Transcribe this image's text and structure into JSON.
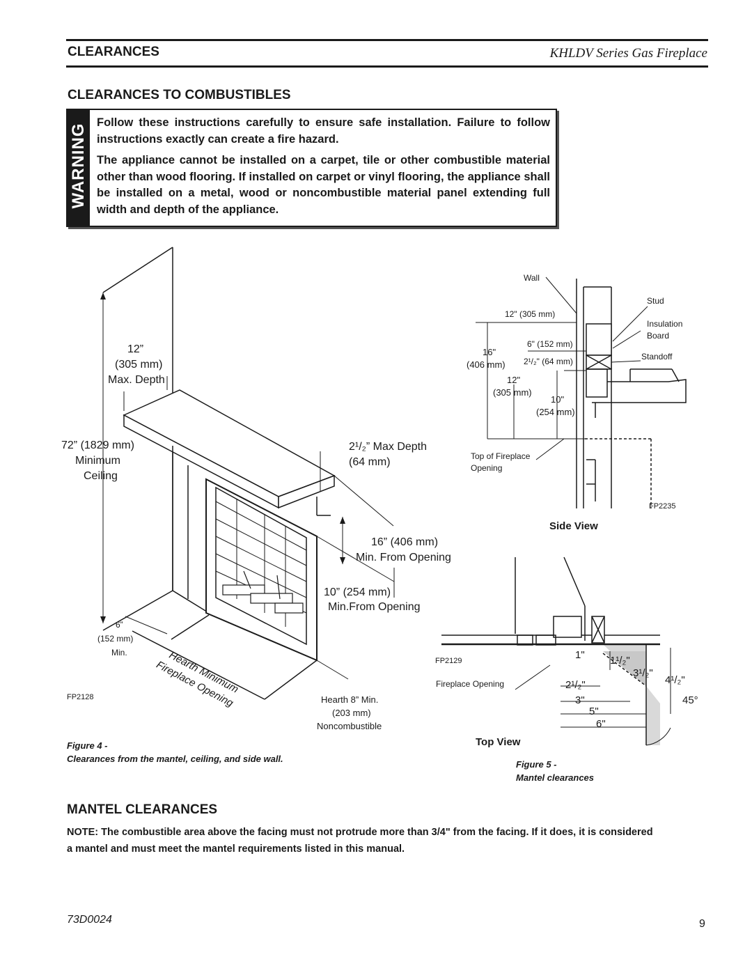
{
  "header": {
    "section": "CLEARANCES",
    "product": "KHLDV Series Gas Fireplace"
  },
  "clearances_title": "CLEARANCES TO COMBUSTIBLES",
  "warning": {
    "label": "WARNING",
    "para1": "Follow these instructions carefully to ensure safe installation. Failure to follow instructions exactly can create a fire hazard.",
    "para2": "The appliance cannot be installed on a carpet, tile or other combustible material other than wood flooring. If installed on carpet or vinyl flooring, the appliance shall be installed on a metal, wood or noncombustible material panel extending full width and depth of the appliance."
  },
  "figure4": {
    "depth_12": "12”",
    "depth_305": "(305 mm)",
    "max_depth": "Max. Depth",
    "ceiling_72": "72” (1829 mm)",
    "minimum": "Minimum",
    "ceiling": "Ceiling",
    "max_depth_25": "2¹/₂” Max Depth",
    "mm64": "(64 mm)",
    "min16": "16” (406 mm)",
    "min_from_opening": "Min. From Opening",
    "min10": "10” (254 mm)",
    "min_from_opening2": "Min.From Opening",
    "side6": "6”",
    "side152": "(152 mm)",
    "min": "Min.",
    "hearth_min": "Hearth Minimum",
    "fireplace_opening": "Fireplace Opening",
    "hearth8": "Hearth 8” Min.",
    "mm203": "(203 mm)",
    "noncombustible": "Noncombustible",
    "code": "FP2128",
    "caption_title": "Figure 4 -",
    "caption_text": "Clearances from the mantel, ceiling, and side wall."
  },
  "figure5": {
    "wall": "Wall",
    "stud": "Stud",
    "insulation": "Insulation",
    "board": "Board",
    "standoff": "Standoff",
    "s12_305": "12\" (305 mm)",
    "s6_152": "6\" (152 mm)",
    "s25_64": "2¹/₂\" (64 mm)",
    "s16": "16\"",
    "s406": "(406 mm)",
    "s12": "12\"",
    "s305": "(305 mm)",
    "s10": "10\"",
    "s254": "(254 mm)",
    "top_opening_1": "Top of Fireplace",
    "top_opening_2": "Opening",
    "code_side": "FP2235",
    "side_view": "Side View",
    "code_top": "FP2129",
    "fireplace_opening": "Fireplace Opening",
    "t1": "1\"",
    "t15": "1¹/₂\"",
    "t35": "3¹/₂\"",
    "t45": "4¹/₂\"",
    "t25": "2¹/₂\"",
    "t3": "3\"",
    "t5": "5\"",
    "t6": "6\"",
    "deg45": "45°",
    "top_view": "Top View",
    "caption_title": "Figure 5 -",
    "caption_text": "Mantel clearances"
  },
  "mantel_title": "MANTEL CLEARANCES",
  "note": "NOTE: The combustible area above the facing must not protrude more than 3/4\" from the facing. If it does, it is considered a mantel and must meet the mantel requirements listed in this manual.",
  "footer": {
    "doc_code": "73D0024",
    "page": "9"
  }
}
